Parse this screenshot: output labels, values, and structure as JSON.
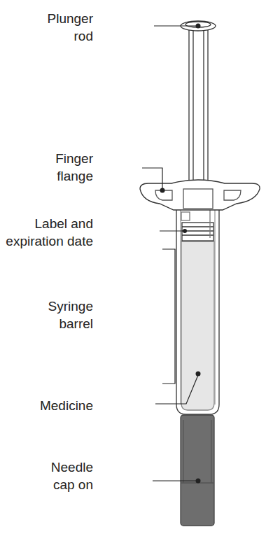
{
  "diagram": {
    "labels": [
      "Plunger rod",
      "Finger flange",
      "Label and expiration date",
      "Syringe barrel",
      "Medicine",
      "Needle cap on"
    ]
  }
}
